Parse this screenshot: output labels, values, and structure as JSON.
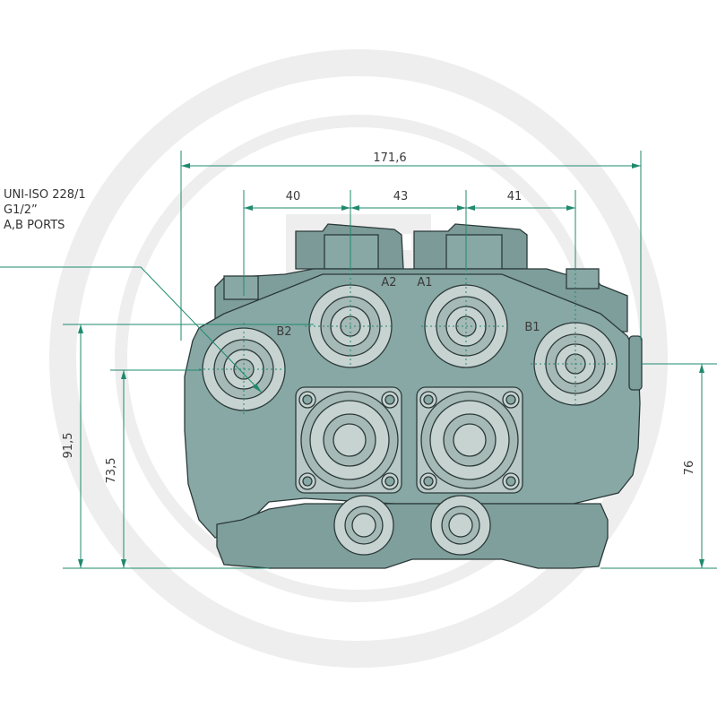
{
  "note": {
    "line1": "UNI-ISO 228/1",
    "line2": "G1/2”",
    "line3": "A,B PORTS"
  },
  "dimensions": {
    "overall_width": "171,6",
    "spacing_1": "40",
    "spacing_2": "43",
    "spacing_3": "41",
    "height_upper_ports": "91,5",
    "height_side_ports": "73,5",
    "height_right_port": "76"
  },
  "ports": {
    "a2": "A2",
    "a1": "A1",
    "b2": "B2",
    "b1": "B1"
  },
  "colors": {
    "body": "#88a8a5",
    "body_light": "#9bb9b6",
    "body_dark": "#6f8f8c",
    "boss": "#c7d3d1",
    "outline": "#2b3a39",
    "dimension": "#1f8a6e",
    "watermark": "#eeeeee"
  }
}
